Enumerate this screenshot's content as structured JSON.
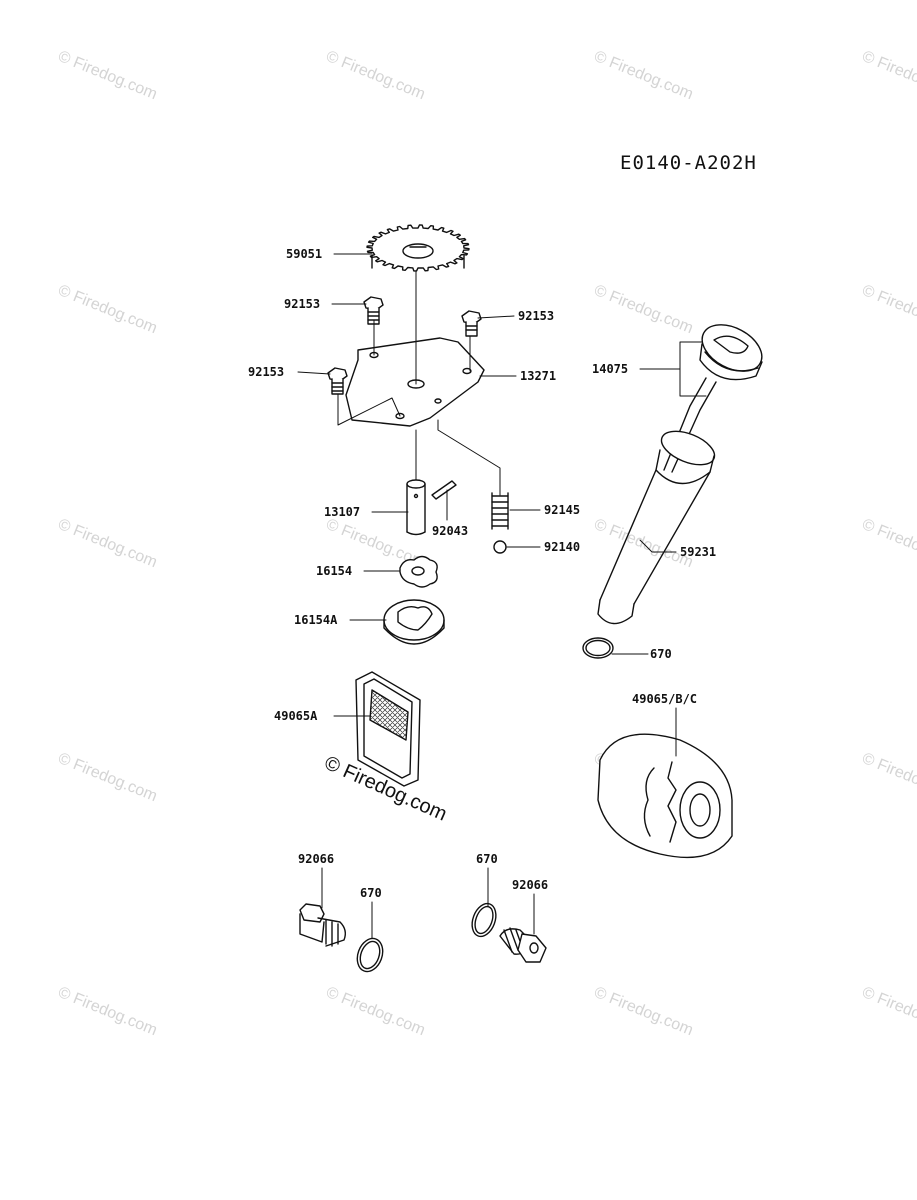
{
  "diagram": {
    "code": "E0140-A202H",
    "watermark": "© Firedog.com",
    "center_watermark": "© Firedog.com",
    "labels": {
      "p59051": "59051",
      "p92153_a": "92153",
      "p92153_b": "92153",
      "p92153_c": "92153",
      "p13271": "13271",
      "p14075": "14075",
      "p13107": "13107",
      "p92043": "92043",
      "p92145": "92145",
      "p92140": "92140",
      "p59231": "59231",
      "p16154": "16154",
      "p16154A": "16154A",
      "p670_a": "670",
      "p49065A": "49065A",
      "p49065BC": "49065/B/C",
      "p92066_a": "92066",
      "p670_b": "670",
      "p670_c": "670",
      "p92066_b": "92066"
    }
  }
}
